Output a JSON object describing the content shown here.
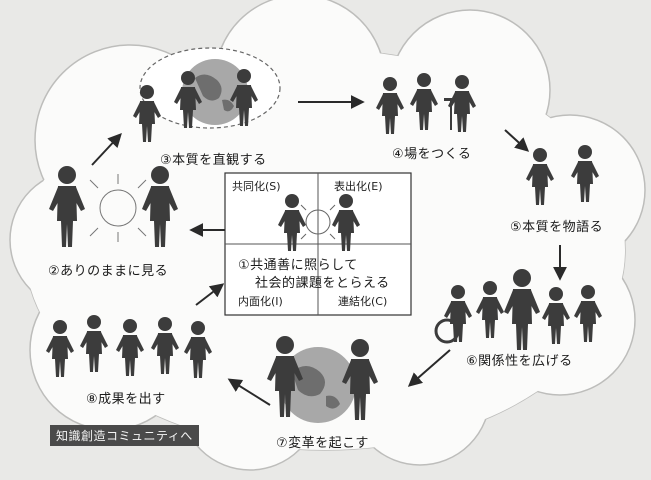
{
  "matrix": {
    "top_left": "共同化(S)",
    "top_right": "表出化(E)",
    "bottom_left": "内面化(I)",
    "bottom_right": "連結化(C)",
    "center_line1": "①共通善に照らして",
    "center_line2": "社会的課題をとらえる"
  },
  "steps": [
    {
      "label": "②ありのままに見る"
    },
    {
      "label": "③本質を直観する"
    },
    {
      "label": "④場をつくる"
    },
    {
      "label": "⑤本質を物語る"
    },
    {
      "label": "⑥関係性を広げる"
    },
    {
      "label": "⑦変革を起こす"
    },
    {
      "label": "⑧成果を出す"
    }
  ],
  "footer_tag": "知識創造コミュニティへ",
  "colors": {
    "background": "#e9e9e7",
    "cloud": "#fbfbfa",
    "figure": "#3c3c3c",
    "globe": "#8a8a8a",
    "tag_bg": "#4a4a4a"
  }
}
